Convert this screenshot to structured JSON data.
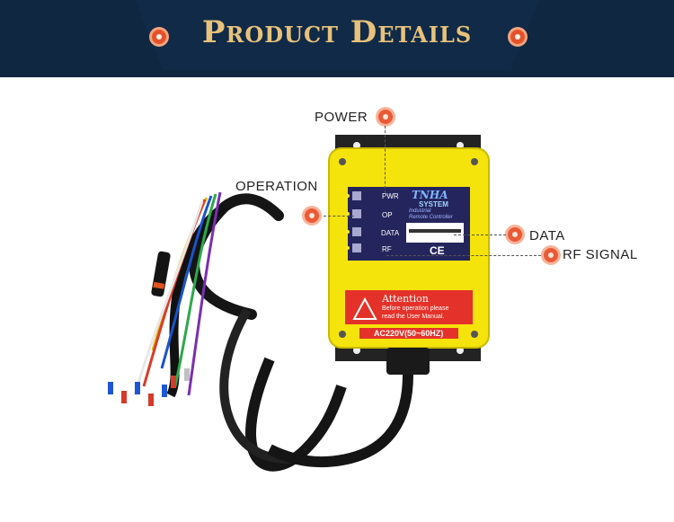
{
  "banner": {
    "title": "Product Details"
  },
  "callouts": {
    "power": "POWER",
    "operation": "OPERATION",
    "data": "DATA",
    "rf_signal": "RF SIGNAL"
  },
  "device": {
    "brand": "TNHA",
    "system": "SYSTEM",
    "subtitle_line1": "Industrial",
    "subtitle_line2": "Remote Controller",
    "indicators": [
      "PWR",
      "OP",
      "DATA",
      "RF"
    ],
    "ce_mark": "CE",
    "attention_title": "Attention",
    "attention_line1": "Before operation please",
    "attention_line2": "read the User Manual.",
    "voltage": "AC220V(50~60HZ)"
  }
}
